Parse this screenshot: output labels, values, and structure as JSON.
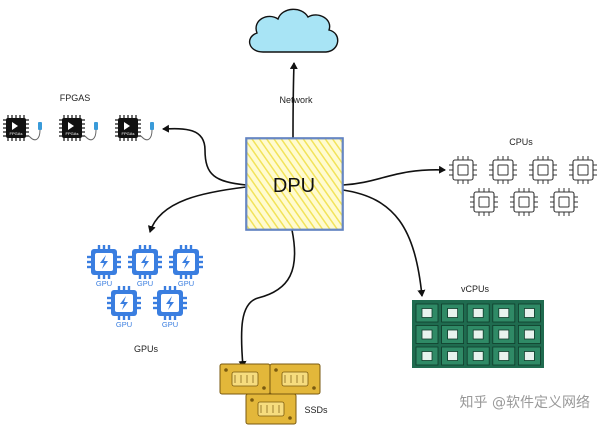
{
  "center": {
    "label": "DPU"
  },
  "network": {
    "label": "Network"
  },
  "fpgas": {
    "label": "FPGAS",
    "chip_text": "FPGAs"
  },
  "cpus": {
    "label": "CPUs"
  },
  "gpus": {
    "label": "GPUs",
    "chip_label": "GPU"
  },
  "vcpus": {
    "label": "vCPUs"
  },
  "ssds": {
    "label": "SSDs"
  },
  "watermark": {
    "text": "知乎 @软件定义网络"
  },
  "colors": {
    "dpu_fill": "#fff6a8",
    "dpu_border": "#5b7fbf",
    "cloud": "#a8e4f5",
    "gpu": "#3a7ee0",
    "vcpu": "#1f6b4f",
    "ssd": "#e3b73a",
    "fpga": "#111111",
    "fpga_accent": "#3a9bd9"
  }
}
